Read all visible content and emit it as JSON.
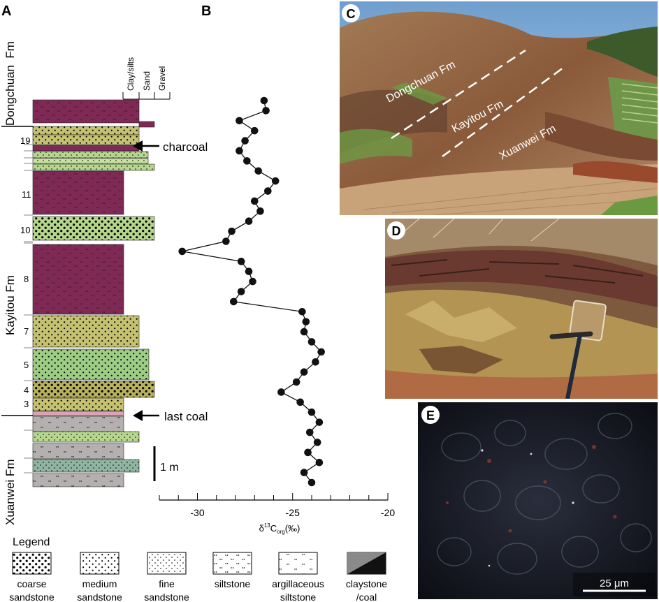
{
  "panels": {
    "a": "A",
    "b": "B",
    "c": "C",
    "d": "D",
    "e": "E"
  },
  "column": {
    "formations": {
      "top": "Dongchuan  Fm",
      "middle": "Kayitou Fm",
      "bottom": "Xuanwei Fm"
    },
    "grain_scale": [
      "Clay/silts",
      "Sand",
      "Gravel"
    ],
    "bed_numbers": [
      "19",
      "11",
      "10",
      "8",
      "7",
      "5",
      "4",
      "3"
    ],
    "annotations": {
      "charcoal": "charcoal",
      "last_coal": "last coal"
    },
    "scale_bar": "1 m",
    "colors": {
      "purple": "#7e2a55",
      "olive": "#c4c171",
      "green": "#b5d68c",
      "green_mid": "#9dcc84",
      "teal": "#8fb5a0",
      "grey": "#b4b0af",
      "pink": "#dca3b5"
    }
  },
  "legend": {
    "title": "Legend",
    "items": [
      {
        "lines": [
          "coarse",
          "sandstone"
        ],
        "pattern": "coarse"
      },
      {
        "lines": [
          "medium",
          "sandstone"
        ],
        "pattern": "medium"
      },
      {
        "lines": [
          "fine",
          "sandstone"
        ],
        "pattern": "fine"
      },
      {
        "lines": [
          "siltstone"
        ],
        "pattern": "silt"
      },
      {
        "lines": [
          "argillaceous",
          "siltstone"
        ],
        "pattern": "argsilt"
      },
      {
        "lines": [
          "claystone",
          "/coal"
        ],
        "pattern": "clay"
      }
    ]
  },
  "chart_data": {
    "type": "line",
    "xlabel": "δ¹³C(‰)",
    "xlabel_base": "δ",
    "xlabel_sup": "13",
    "xlabel_mid": "C",
    "xlabel_sub": "org",
    "xlabel_end": "(‰)",
    "xlim": [
      -32,
      -20
    ],
    "xticks": [
      -30,
      -25,
      -20
    ],
    "xtick_labels": [
      "-30",
      "-25",
      "-20"
    ],
    "minor_tick_step": 1,
    "series": [
      {
        "marker": "circle",
        "color": "#111111",
        "x": [
          -26.5,
          -26.4,
          -27.8,
          -27.0,
          -27.5,
          -27.8,
          -27.4,
          -26.8,
          -25.9,
          -26.3,
          -27.0,
          -26.7,
          -27.3,
          -28.2,
          -28.5,
          -30.8,
          -27.7,
          -27.3,
          -27.1,
          -27.7,
          -28.1,
          -24.5,
          -24.3,
          -24.4,
          -24.0,
          -23.5,
          -23.8,
          -24.4,
          -24.8,
          -25.6,
          -24.6,
          -24.0,
          -23.6,
          -24.1,
          -23.7,
          -24.2,
          -23.6,
          -24.4,
          -24.0
        ],
        "depth_order": "top-to-bottom"
      }
    ]
  },
  "photos": {
    "c_labels": [
      "Dongchuan Fm",
      "Kayitou Fm",
      "Xuanwei Fm"
    ],
    "e_scale": "25 μm"
  }
}
